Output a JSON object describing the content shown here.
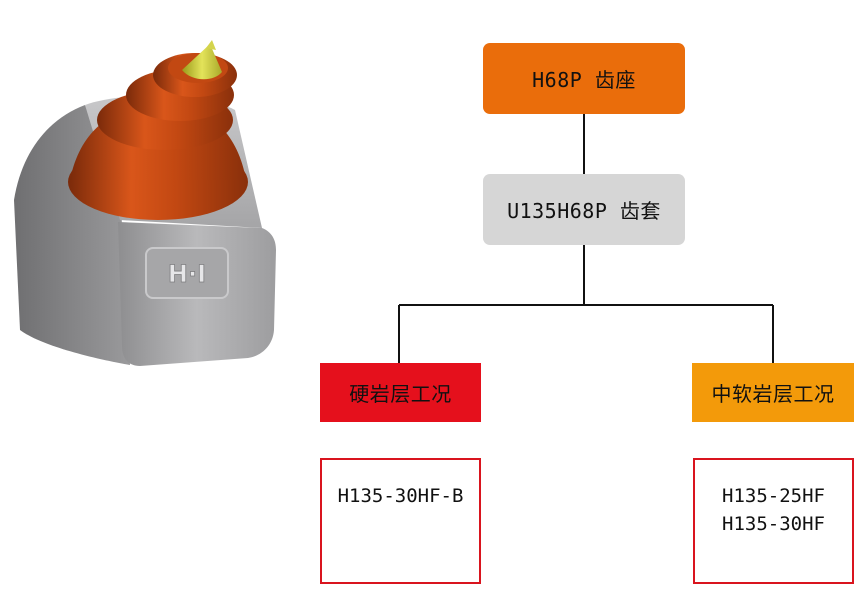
{
  "colors": {
    "root_fill": "#ea6d0b",
    "sleeve_fill": "#d6d6d6",
    "hard_fill": "#e5101c",
    "soft_fill": "#f39a0a",
    "box_border": "#d9141e",
    "connector": "#111111"
  },
  "diagram": {
    "root": {
      "label": "H68P 齿座"
    },
    "sleeve": {
      "label": "U135H68P 齿套"
    },
    "branches": [
      {
        "label": "硬岩层工况",
        "items": [
          "H135-30HF-B"
        ]
      },
      {
        "label": "中软岩层工况",
        "items": [
          "H135-25HF",
          "H135-30HF"
        ]
      }
    ]
  },
  "illustration": {
    "icon": "cutter-tooth-holder-icon",
    "logo_text": "H·I"
  }
}
